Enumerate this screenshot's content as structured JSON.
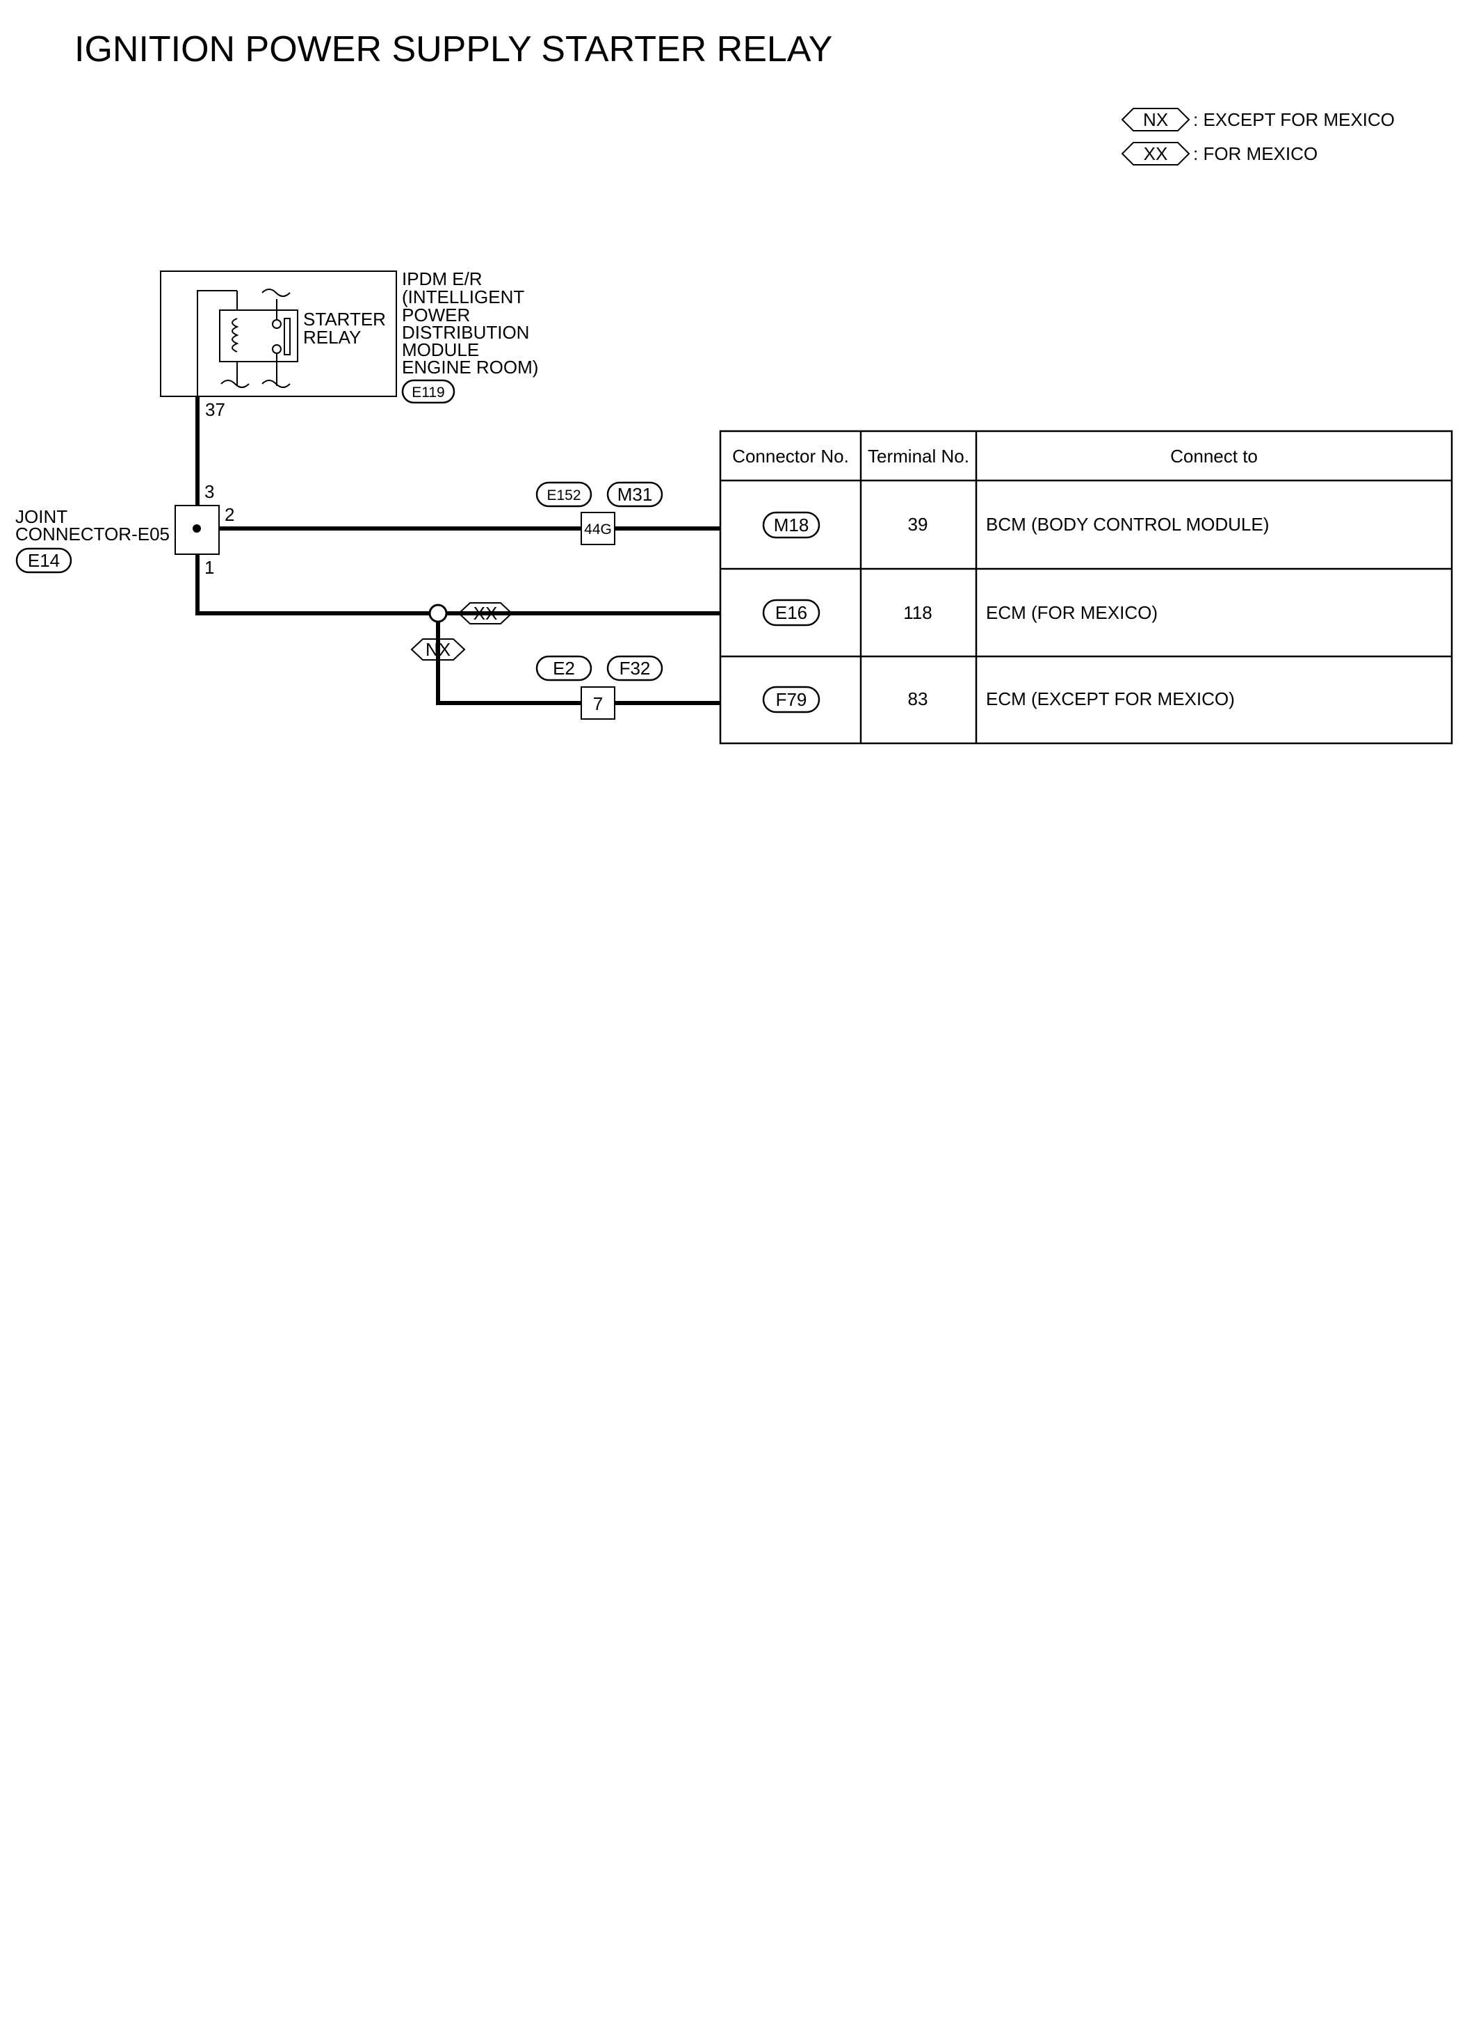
{
  "title": "IGNITION POWER SUPPLY STARTER RELAY",
  "legend": [
    {
      "code": "NX",
      "text": ": EXCEPT FOR MEXICO"
    },
    {
      "code": "XX",
      "text": ": FOR MEXICO"
    }
  ],
  "ipdm": {
    "relay_label": [
      "STARTER",
      "RELAY"
    ],
    "name_lines": [
      "IPDM E/R",
      "(INTELLIGENT",
      "POWER",
      "DISTRIBUTION",
      "MODULE",
      "ENGINE ROOM)"
    ],
    "connector": "E119",
    "terminal": "37"
  },
  "joint": {
    "name_lines": [
      "JOINT",
      "CONNECTOR-E05"
    ],
    "connector": "E14",
    "pins": {
      "top": "3",
      "right": "2",
      "bottom": "1"
    }
  },
  "inline_connectors": [
    {
      "left": "E152",
      "right": "M31",
      "pin": "44G"
    },
    {
      "left": "E2",
      "right": "F32",
      "pin": "7"
    }
  ],
  "branch_tags": {
    "mexico": "XX",
    "except_mexico": "NX"
  },
  "table": {
    "headers": [
      "Connector No.",
      "Terminal No.",
      "Connect to"
    ],
    "rows": [
      {
        "connector": "M18",
        "terminal": "39",
        "connect_to": "BCM (BODY CONTROL MODULE)"
      },
      {
        "connector": "E16",
        "terminal": "118",
        "connect_to": "ECM (FOR MEXICO)"
      },
      {
        "connector": "F79",
        "terminal": "83",
        "connect_to": "ECM (EXCEPT FOR MEXICO)"
      }
    ]
  }
}
